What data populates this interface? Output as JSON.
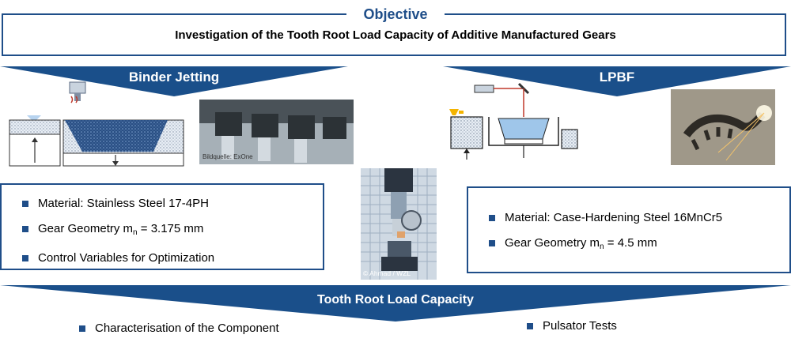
{
  "objective": {
    "title": "Objective",
    "text": "Investigation of the Tooth Root Load Capacity of Additive Manufactured Gears"
  },
  "binder_jetting": {
    "title": "Binder Jetting",
    "photo_caption": "Bildquelle: ExOne",
    "bullets": [
      {
        "text": "Material: Stainless Steel 17-4PH"
      },
      {
        "text_before": "Gear Geometry m",
        "subscript": "n",
        "text_after": " = 3.175 mm"
      },
      {
        "text": "Control Variables for Optimization"
      }
    ]
  },
  "lpbf": {
    "title": "LPBF",
    "bullets": [
      {
        "text": "Material: Case-Hardening Steel 16MnCr5"
      },
      {
        "text_before": "Gear Geometry m",
        "subscript": "n",
        "text_after": " = 4.5 mm"
      }
    ]
  },
  "center_photo": {
    "caption": "© Ahmad / WZL"
  },
  "bottom": {
    "title": "Tooth Root Load Capacity",
    "items": [
      {
        "text": "Characterisation of the Component"
      },
      {
        "text": "Pulsator Tests"
      }
    ]
  },
  "colors": {
    "accent": "#1f4e89",
    "banner": "#1a4f8a"
  }
}
